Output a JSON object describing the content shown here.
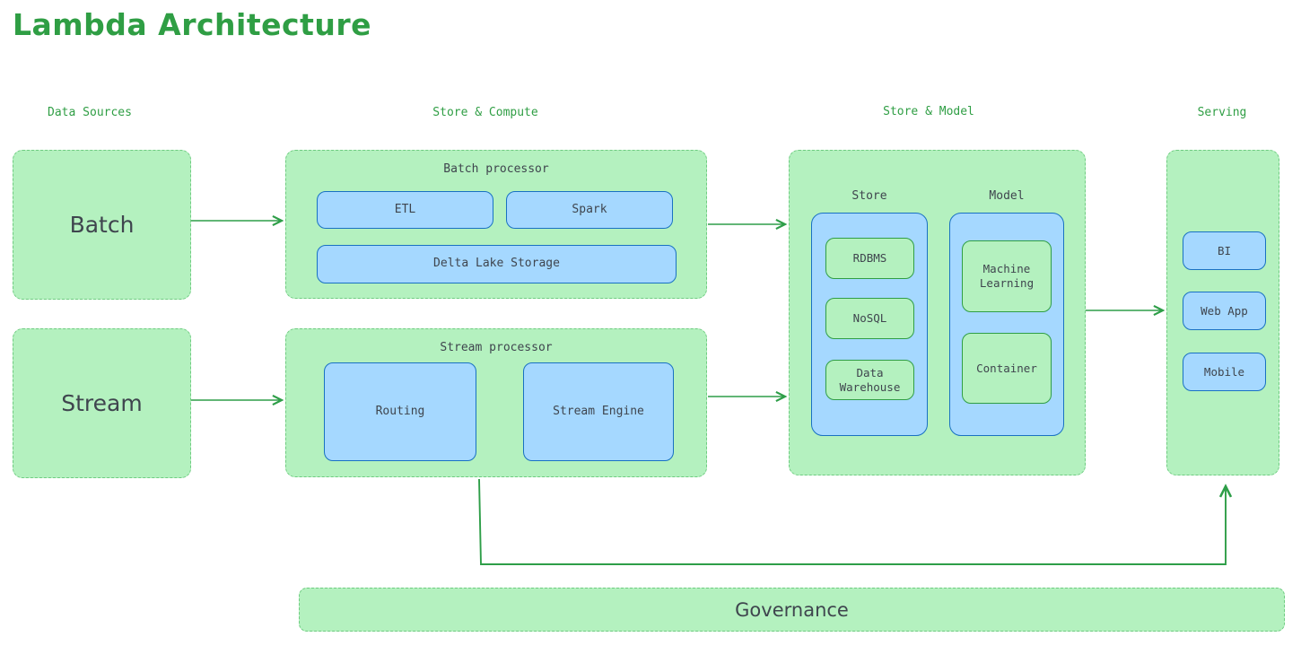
{
  "title": "Lambda Architecture",
  "colors": {
    "green_fill": "#b4f1bf",
    "green_dashed_border": "#6fcb81",
    "green_solid_border": "#2f9e44",
    "blue_fill": "#a5d8ff",
    "blue_border": "#1971c2",
    "arrow": "#2e9e48",
    "heading_green": "#2f9e44",
    "text_dark": "#3f454e"
  },
  "headers": {
    "data_sources": "Data Sources",
    "store_compute": "Store & Compute",
    "store_model": "Store & Model",
    "serving": "Serving"
  },
  "nodes": {
    "batch": {
      "label": "Batch"
    },
    "stream": {
      "label": "Stream"
    },
    "batch_processor": {
      "label": "Batch processor",
      "etl": "ETL",
      "spark": "Spark",
      "delta": "Delta Lake Storage"
    },
    "stream_processor": {
      "label": "Stream processor",
      "routing": "Routing",
      "stream_engine": "Stream Engine"
    },
    "store": {
      "label": "Store",
      "items": [
        "RDBMS",
        "NoSQL",
        "Data Warehouse"
      ]
    },
    "model": {
      "label": "Model",
      "items": [
        "Machine Learning",
        "Container"
      ]
    },
    "serving": {
      "items": [
        "BI",
        "Web App",
        "Mobile"
      ]
    },
    "governance": {
      "label": "Governance"
    }
  }
}
